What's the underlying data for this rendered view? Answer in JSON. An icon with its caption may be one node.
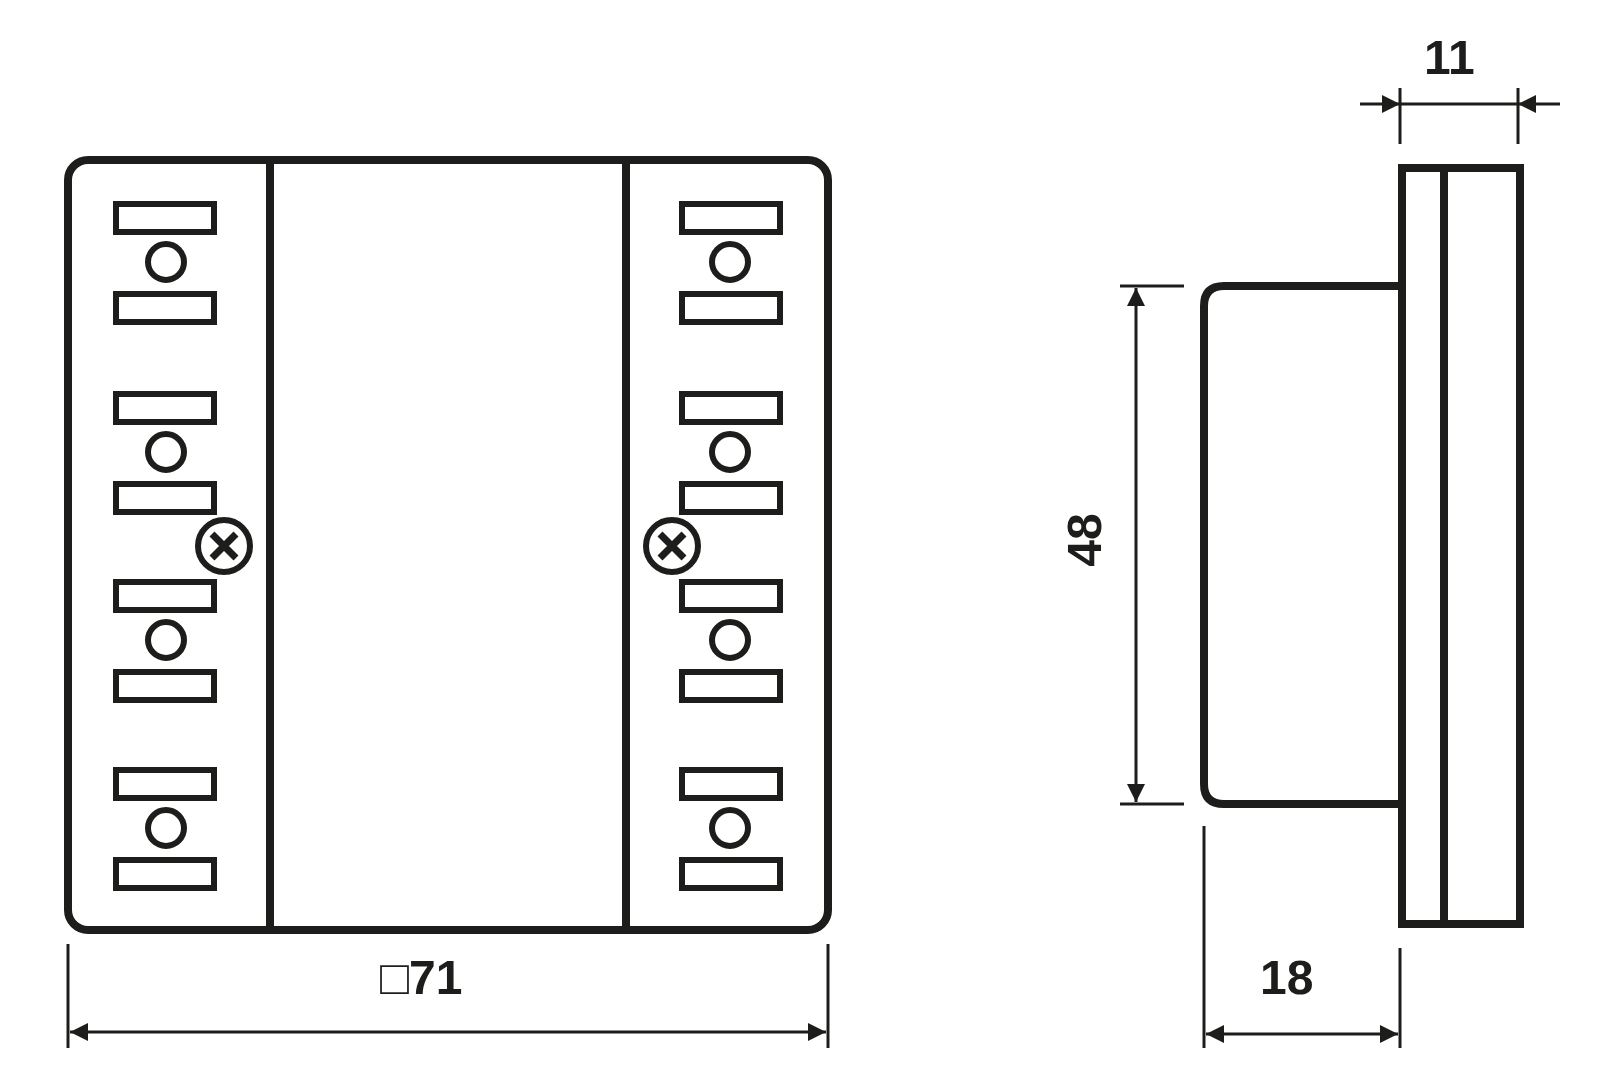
{
  "diagram": {
    "labels": [
      "11",
      "48",
      "□71",
      "18"
    ]
  }
}
